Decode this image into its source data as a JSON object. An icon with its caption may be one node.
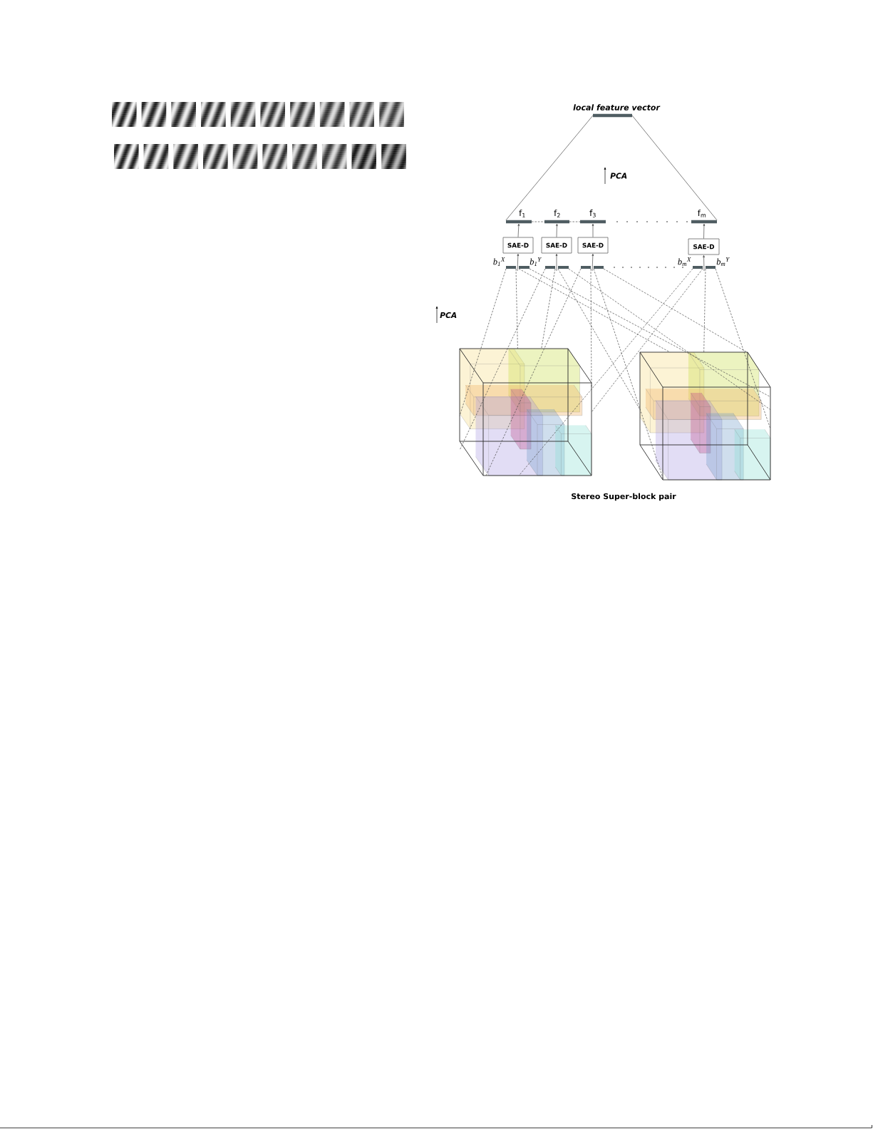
{
  "diagram": {
    "caption": "Stereo Super-block pair",
    "nodes": [
      {
        "text": [
          "local feature vector"
        ]
      },
      {
        "text": [
          "f$_{1}$"
        ]
      },
      {
        "text": [
          "f$_{2}$"
        ]
      },
      {
        "text": [
          "f$_{3}$"
        ]
      },
      {
        "text": [
          "f$_{m}$"
        ]
      },
      {
        "text": [
          "SAE-D"
        ]
      },
      {
        "text": [
          "SAE-D"
        ]
      },
      {
        "text": [
          "SAE-D"
        ]
      },
      {
        "text": [
          "SAE-D"
        ]
      },
      {
        "text": [
          "b$_{1}$$^{X}$"
        ]
      },
      {
        "text": [
          "b$_{1}$$^{Y}$"
        ]
      },
      {
        "text": [],
        "shape": "bar"
      },
      {
        "text": [],
        "shape": "bar"
      },
      {
        "text": [],
        "shape": "bar"
      },
      {
        "text": [],
        "shape": "bar"
      },
      {
        "text": [
          "b$_{m}$$^{X}$"
        ]
      },
      {
        "text": [
          "b$_{m}$$^{Y}$"
        ]
      },
      {
        "text": [],
        "shape": "cube"
      },
      {
        "text": [],
        "shape": "cube"
      }
    ],
    "edges": [
      {
        "from": 1,
        "to": 0,
        "arrow": "none"
      },
      {
        "from": 4,
        "to": 0,
        "arrow": "none"
      },
      {
        "from": 1,
        "to": 2,
        "arrow": "none",
        "style": "dashed"
      },
      {
        "from": 2,
        "to": 3,
        "arrow": "none",
        "style": "dashed"
      },
      {
        "from": 5,
        "to": 1,
        "arrow": "to"
      },
      {
        "from": 6,
        "to": 2,
        "arrow": "to"
      },
      {
        "from": 7,
        "to": 3,
        "arrow": "to"
      },
      {
        "from": 8,
        "to": 4,
        "arrow": "to"
      },
      {
        "from": 9,
        "to": 5,
        "arrow": "to"
      },
      {
        "from": 10,
        "to": 5,
        "arrow": "to"
      },
      {
        "from": 11,
        "to": 6,
        "arrow": "to"
      },
      {
        "from": 12,
        "to": 6,
        "arrow": "to"
      },
      {
        "from": 13,
        "to": 7,
        "arrow": "to"
      },
      {
        "from": 14,
        "to": 7,
        "arrow": "to"
      },
      {
        "from": 15,
        "to": 8,
        "arrow": "to"
      },
      {
        "from": 16,
        "to": 8,
        "arrow": "to"
      },
      {
        "from": 9,
        "to": 17,
        "arrow": "none",
        "style": "dashed"
      },
      {
        "from": 9,
        "to": 17,
        "arrow": "none",
        "style": "dashed"
      },
      {
        "from": 10,
        "to": 18,
        "arrow": "none",
        "style": "dashed"
      },
      {
        "from": 10,
        "to": 18,
        "arrow": "none",
        "style": "dashed"
      },
      {
        "from": 11,
        "to": 17,
        "arrow": "none",
        "style": "dashed"
      },
      {
        "from": 11,
        "to": 17,
        "arrow": "none",
        "style": "dashed"
      },
      {
        "from": 12,
        "to": 18,
        "arrow": "none",
        "style": "dashed"
      },
      {
        "from": 12,
        "to": 18,
        "arrow": "none",
        "style": "dashed"
      },
      {
        "from": 13,
        "to": 17,
        "arrow": "none",
        "style": "dashed"
      },
      {
        "from": 13,
        "to": 17,
        "arrow": "none",
        "style": "dashed"
      },
      {
        "from": 14,
        "to": 18,
        "arrow": "none",
        "style": "dashed"
      },
      {
        "from": 14,
        "to": 18,
        "arrow": "none",
        "style": "dashed"
      },
      {
        "from": 15,
        "to": 17,
        "arrow": "none",
        "style": "dashed"
      },
      {
        "from": 15,
        "to": 17,
        "arrow": "none",
        "style": "dashed"
      },
      {
        "from": 16,
        "to": 18,
        "arrow": "none",
        "style": "dashed"
      },
      {
        "from": 16,
        "to": 18,
        "arrow": "none",
        "style": "dashed"
      }
    ],
    "labels": [
      "PCA",
      "PCA"
    ]
  }
}
